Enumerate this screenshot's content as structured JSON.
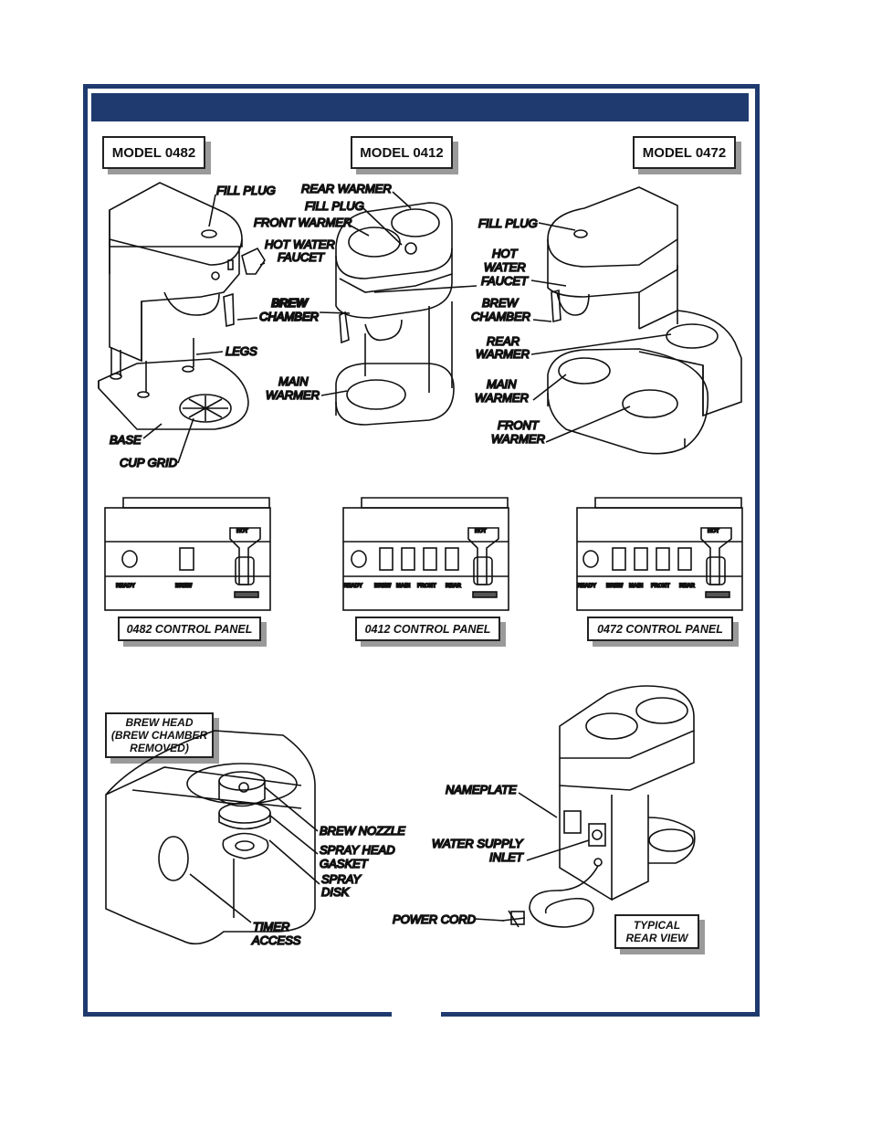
{
  "models": [
    "MODEL 0482",
    "MODEL 0412",
    "MODEL 0472"
  ],
  "model_0482_labels": {
    "fill_plug": "FILL PLUG",
    "hot_water": "HOT WATER",
    "faucet": "FAUCET",
    "brew": "BREW",
    "chamber": "CHAMBER",
    "legs": "LEGS",
    "base": "BASE",
    "cup_grid": "CUP GRID"
  },
  "model_0412_labels": {
    "rear_warmer": "REAR WARMER",
    "fill_plug": "FILL PLUG",
    "front_warmer": "FRONT WARMER",
    "brew": "BREW",
    "chamber": "CHAMBER",
    "main": "MAIN",
    "warmer": "WARMER"
  },
  "model_0472_labels": {
    "fill_plug": "FILL PLUG",
    "hot": "HOT",
    "water": "WATER",
    "faucet": "FAUCET",
    "brew": "BREW",
    "chamber": "CHAMBER",
    "rear": "REAR",
    "rear_warmer": "WARMER",
    "main": "MAIN",
    "main_warmer": "WARMER",
    "front": "FRONT",
    "front_warmer": "WARMER"
  },
  "control_panels": [
    "0482 CONTROL PANEL",
    "0412 CONTROL PANEL",
    "0472 CONTROL PANEL"
  ],
  "panel_switches": {
    "p0482": [
      "READY",
      "BREW"
    ],
    "p0412": [
      "READY",
      "BREW",
      "MAIN",
      "FRONT",
      "REAR"
    ],
    "p0472": [
      "READY",
      "BREW",
      "MAIN",
      "FRONT",
      "REAR"
    ],
    "faucet_tag": "HOT"
  },
  "brew_head": {
    "title_lines": [
      "BREW HEAD",
      "(BREW CHAMBER",
      "REMOVED)"
    ],
    "brew_nozzle": "BREW NOZZLE",
    "spray_head": "SPRAY HEAD",
    "gasket": "GASKET",
    "spray": "SPRAY",
    "disk": "DISK",
    "timer": "TIMER",
    "access": "ACCESS"
  },
  "rear_view": {
    "nameplate": "NAMEPLATE",
    "water_supply": "WATER SUPPLY",
    "inlet": "INLET",
    "power_cord": "POWER CORD",
    "title_lines": [
      "TYPICAL",
      "REAR VIEW"
    ]
  },
  "colors": {
    "frame": "#1f3a6e",
    "shadow": "#9a9a9a"
  }
}
